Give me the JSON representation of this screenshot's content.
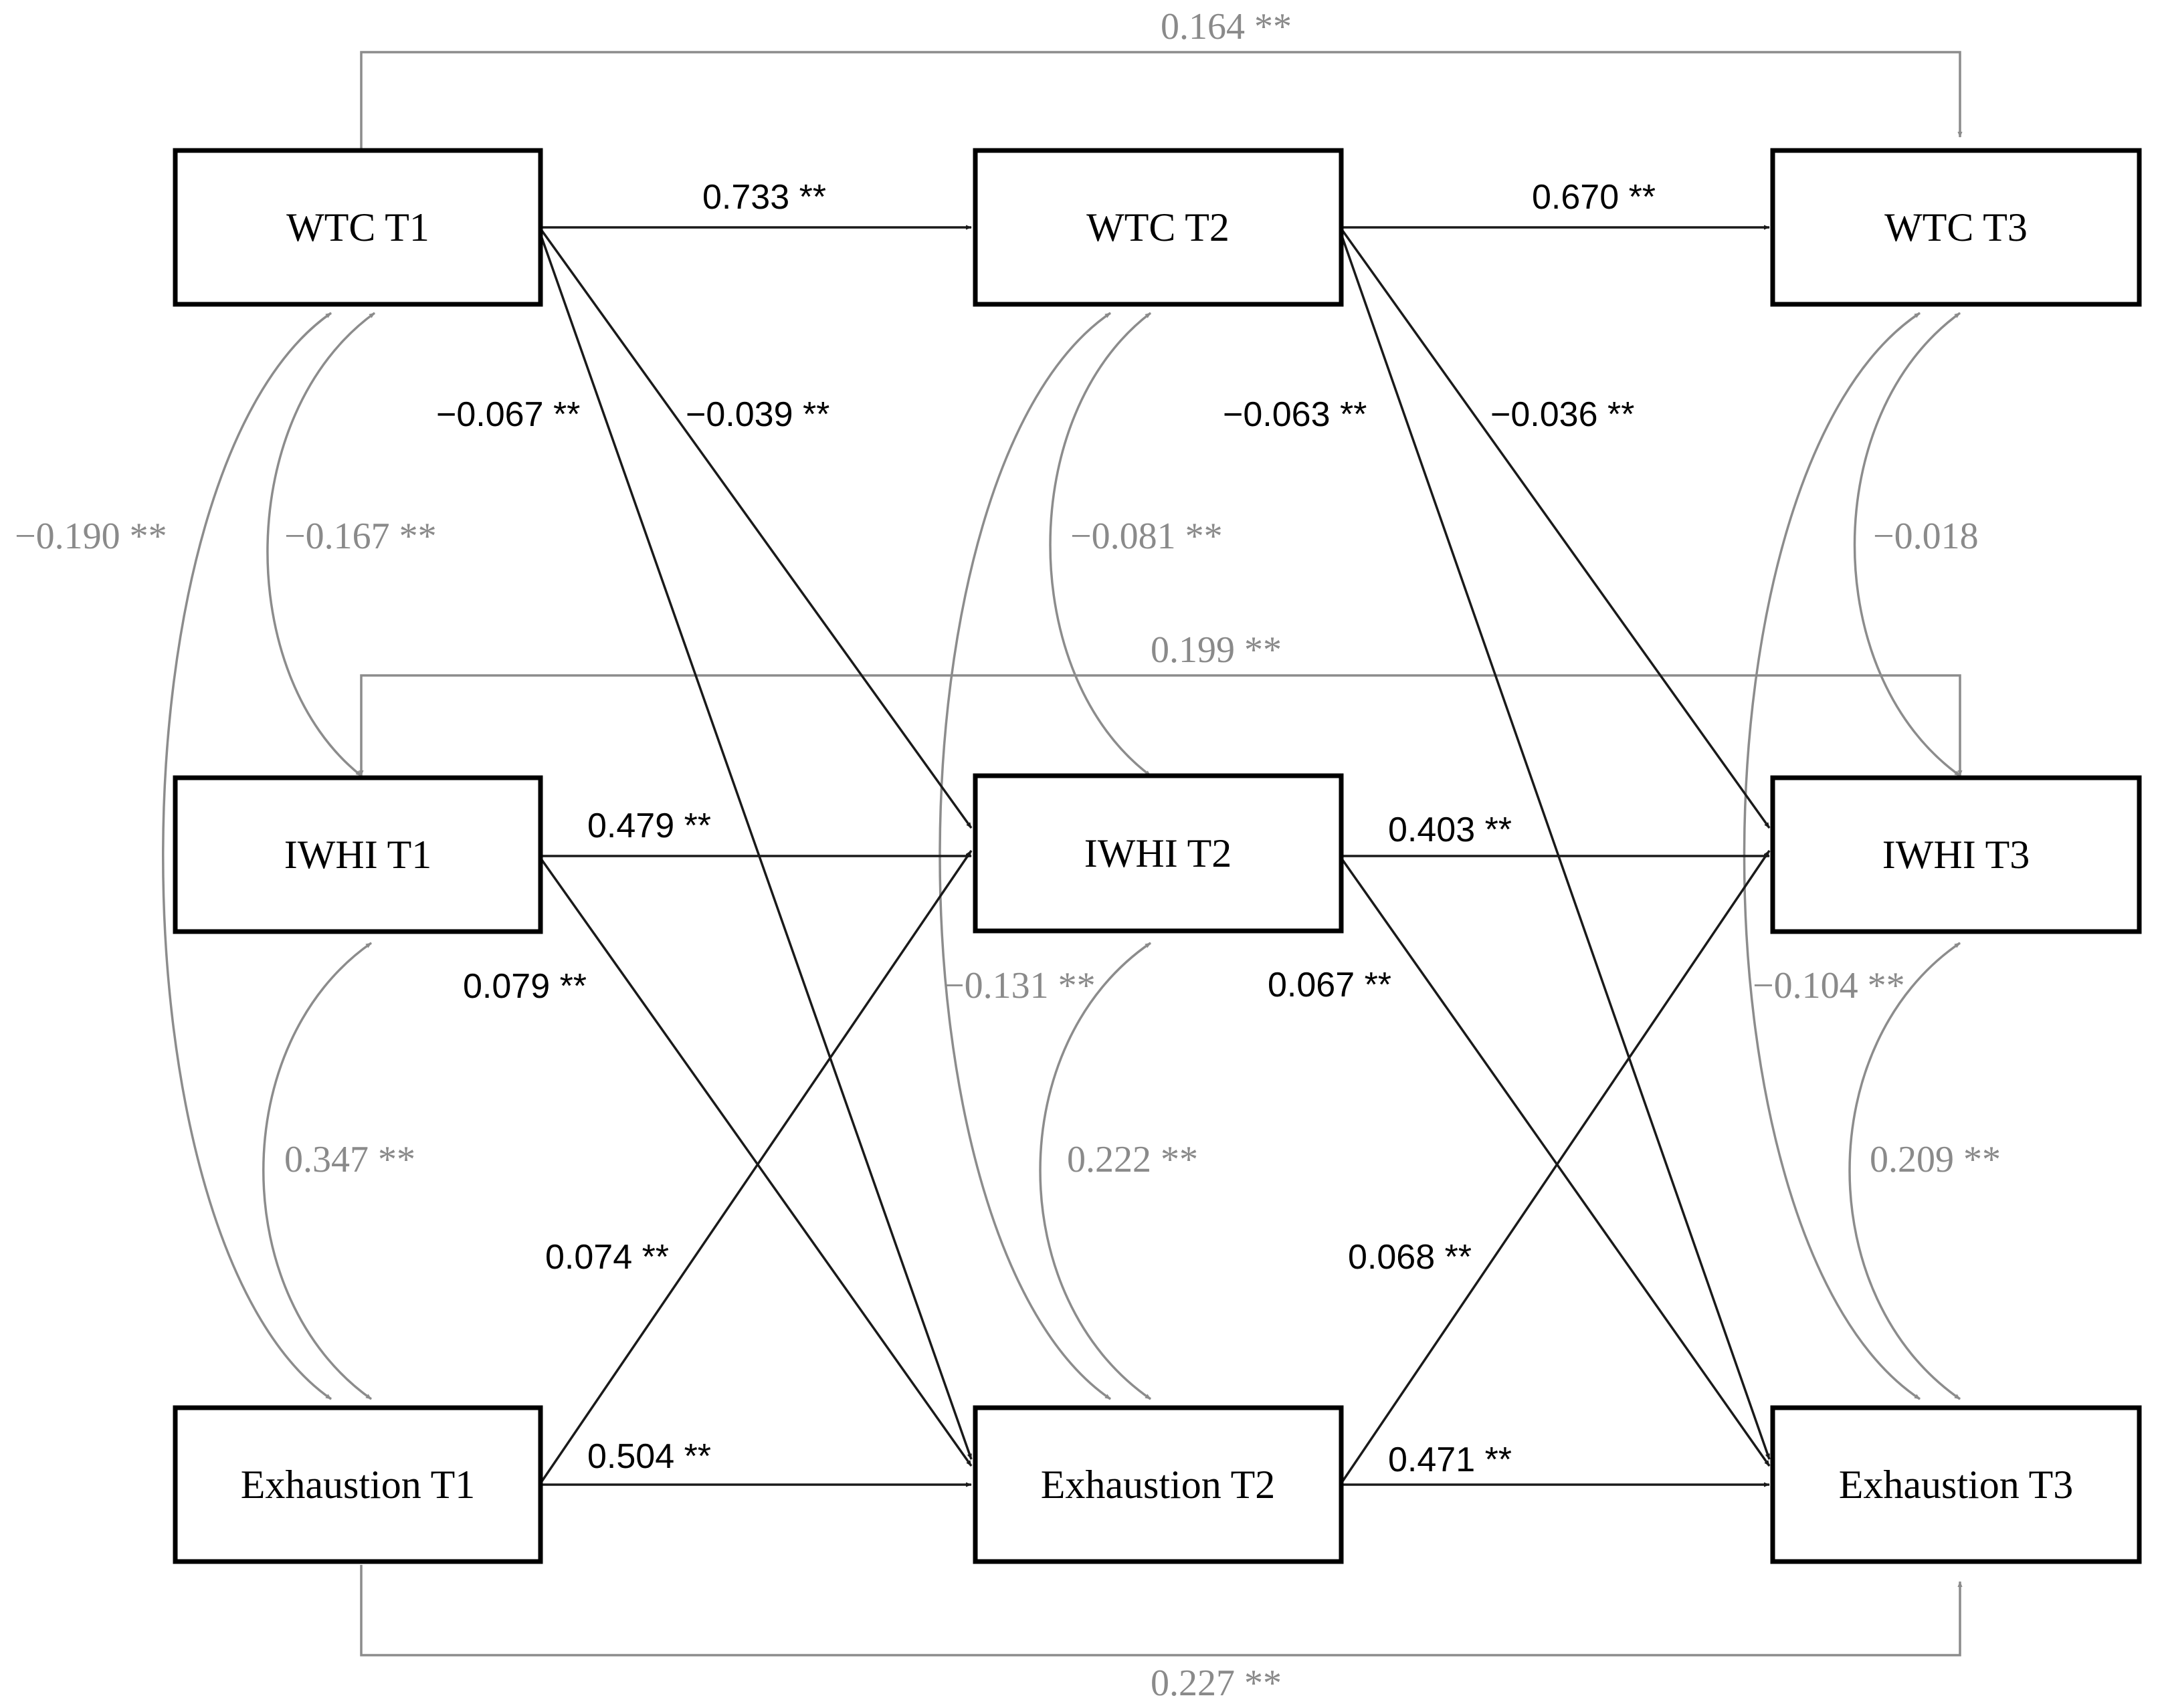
{
  "colors": {
    "regression_path": "#1a1a1a",
    "covariance_and_autoregressive_long": "#8c8c8c",
    "box_border": "#000000",
    "background": "#ffffff"
  },
  "nodes": {
    "wtc_t1": "WTC T1",
    "wtc_t2": "WTC T2",
    "wtc_t3": "WTC T3",
    "iwhi_t1": "IWHI T1",
    "iwhi_t2": "IWHI T2",
    "iwhi_t3": "IWHI T3",
    "exh_t1": "Exhaustion T1",
    "exh_t2": "Exhaustion T2",
    "exh_t3": "Exhaustion T3"
  },
  "paths": {
    "wtc1_wtc2": "0.733 **",
    "wtc2_wtc3": "0.670 **",
    "iwhi1_iwhi2": "0.479 **",
    "iwhi2_iwhi3": "0.403 **",
    "exh1_exh2": "0.504 **",
    "exh2_exh3": "0.471 **",
    "wtc1_exh2": "−0.067 **",
    "wtc1_iwhi2": "−0.039 **",
    "wtc2_exh3": "−0.063 **",
    "wtc2_iwhi3": "−0.036 **",
    "iwhi1_exh2": "0.079 **",
    "iwhi2_exh3": "0.067 **",
    "exh1_iwhi2": "0.074 **",
    "exh2_iwhi3": "0.068 **",
    "wtc1_wtc3": "0.164 **",
    "iwhi1_iwhi3": "0.199 **",
    "exh1_exh3": "0.227 **"
  },
  "covariances": {
    "wtc1_exh1": "−0.190 **",
    "wtc1_iwhi1": "−0.167 **",
    "iwhi1_exh1": "0.347 **",
    "wtc2_iwhi2": "−0.081 **",
    "wtc2_exh2": "−0.131 **",
    "iwhi2_exh2": "0.222 **",
    "wtc3_iwhi3": "−0.018",
    "wtc3_exh3": "−0.104 **",
    "iwhi3_exh3": "0.209 **"
  }
}
